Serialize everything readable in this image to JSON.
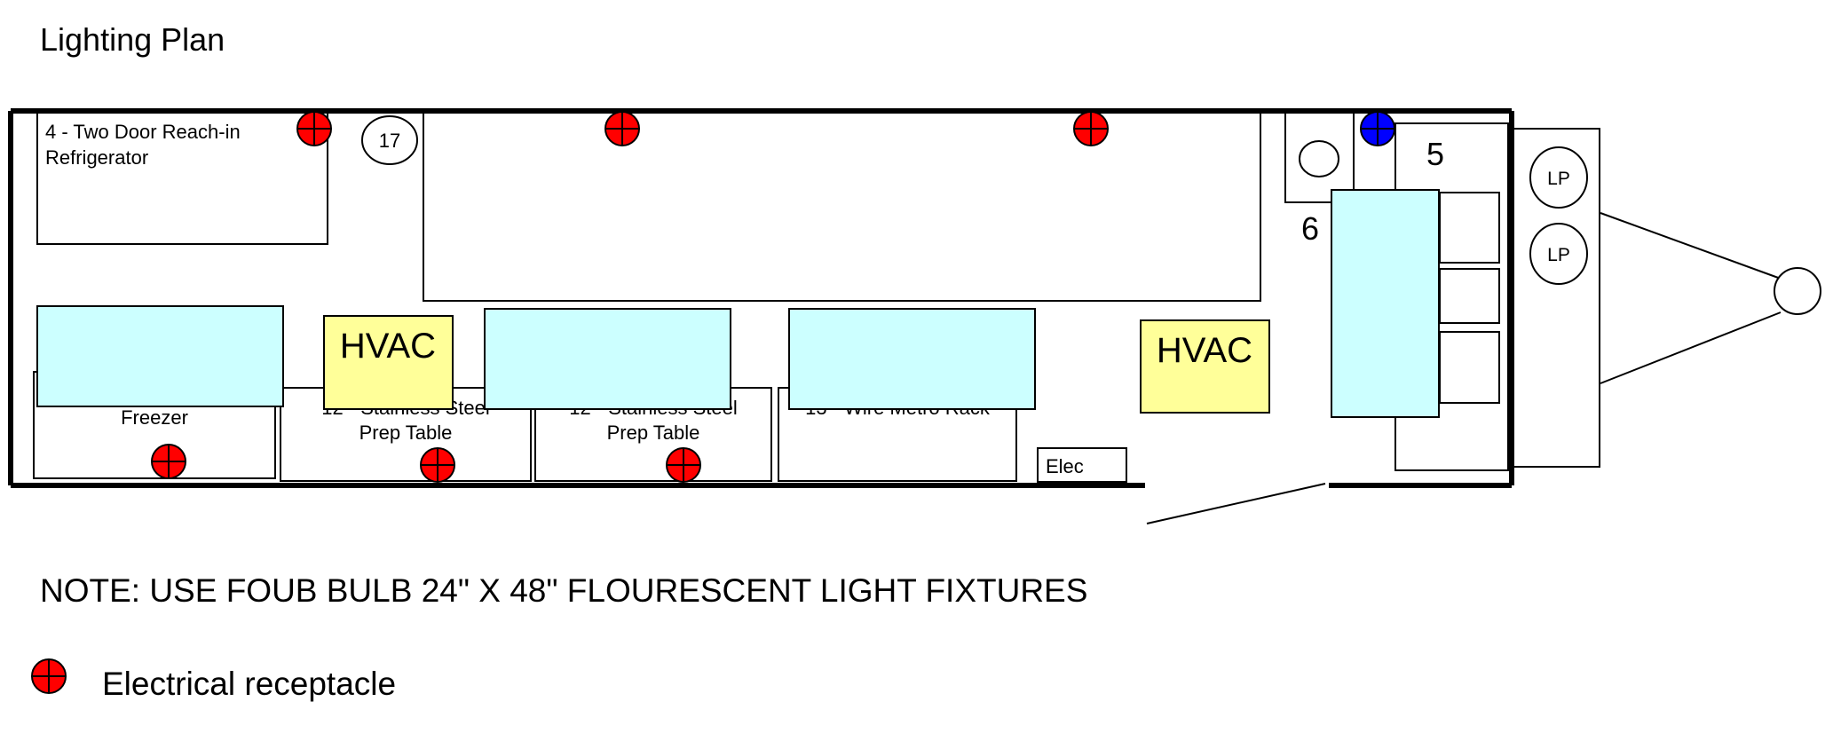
{
  "title": "Lighting Plan",
  "labels": {
    "refrigerator_line1": "4 - Two Door Reach-in",
    "refrigerator_line2": "Refrigerator",
    "freezer": "Freezer",
    "prep_table_left_line1": "12 - Stainless Steel",
    "prep_table_left_line2": "Prep Table",
    "prep_table_right_line1": "12 - Stainless Steel",
    "prep_table_right_line2": "Prep Table",
    "metro_rack": "13 - Wire Metro Rack",
    "hvac_left": "HVAC",
    "hvac_right": "HVAC",
    "elec": "Elec",
    "callout_17": "17",
    "callout_5": "5",
    "callout_6": "6",
    "lp_top": "LP",
    "lp_bottom": "LP"
  },
  "note": "NOTE:  USE FOUB BULB 24\" X 48\" FLOURESCENT LIGHT FIXTURES",
  "legend": {
    "receptacle_label": "Electrical receptacle"
  },
  "colors": {
    "receptacle": "#ff0000",
    "receptacle_blue": "#0000ff",
    "light_fixture": "#ccffff",
    "hvac": "#ffff99",
    "outline": "#000000"
  }
}
